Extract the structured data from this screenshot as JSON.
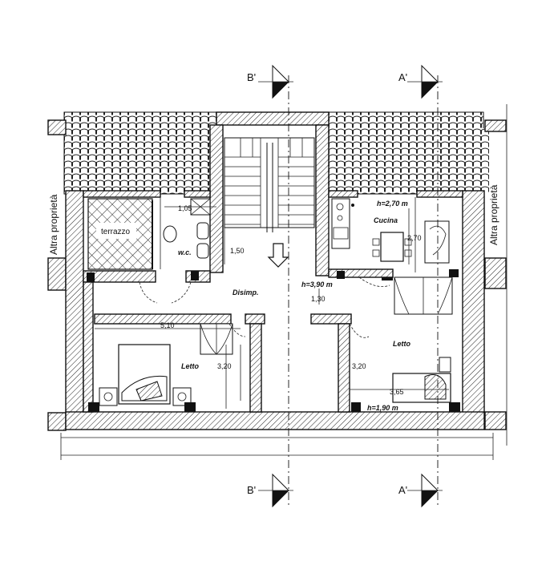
{
  "labels": {
    "section_b": "B'",
    "section_a": "A'",
    "altra_left": "Altra proprietà",
    "altra_right": "Altra proprietà",
    "terrazzo": "terrazzo",
    "wc": "w.c.",
    "wc_dim": "1,05",
    "stair_dim": "1,50",
    "cucina": "Cucina",
    "cucina_h": "h=2,70 m",
    "cucina_dim": "2,70",
    "disimp": "Disimp.",
    "disimp_h": "h=3,90 m",
    "disimp_dim": "1,30",
    "letto_left": "Letto",
    "letto_left_w": "5,10",
    "letto_left_h": "3,20",
    "letto_right": "Letto",
    "letto_right_h": "3,20",
    "letto_right_w": "3,65",
    "letto_right_hh": "h=1,90 m"
  }
}
